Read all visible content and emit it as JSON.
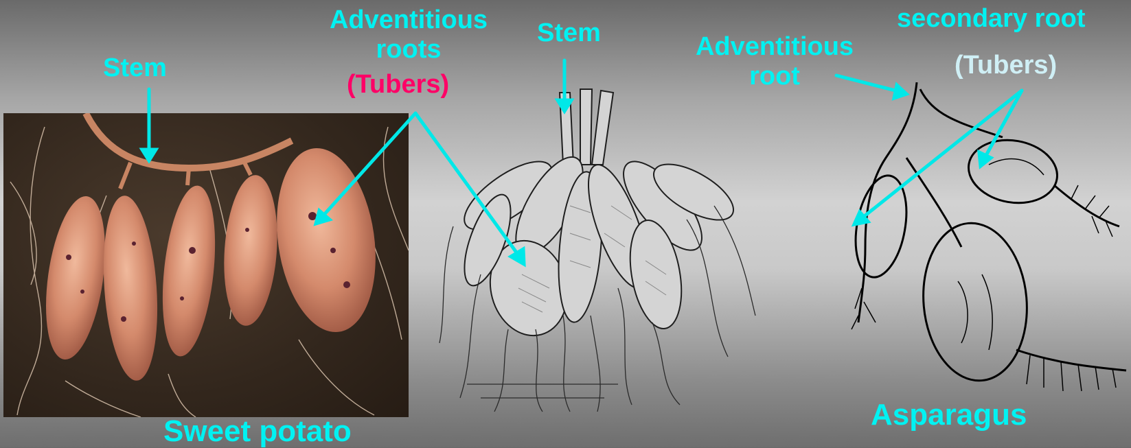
{
  "colors": {
    "label": "#00f2f2",
    "tubers_highlight": "#ff0066",
    "tubers_asparagus": "#cfeff5",
    "arrow": "#00e8e8"
  },
  "icons": [
    "sweet-potato-photo",
    "dahlia-tuber-drawing",
    "asparagus-root-drawing"
  ],
  "labels": {
    "stem_left": "Stem",
    "adventitious_roots_line1": "Adventitious",
    "adventitious_roots_line2": "roots",
    "tubers_red": "(Tubers)",
    "stem_middle": "Stem",
    "adventitious_root_line1": "Adventitious",
    "adventitious_root_line2": "root",
    "secondary_root": "secondary root",
    "tubers_right": "(Tubers)",
    "sweet_potato": "Sweet potato",
    "asparagus": "Asparagus"
  }
}
